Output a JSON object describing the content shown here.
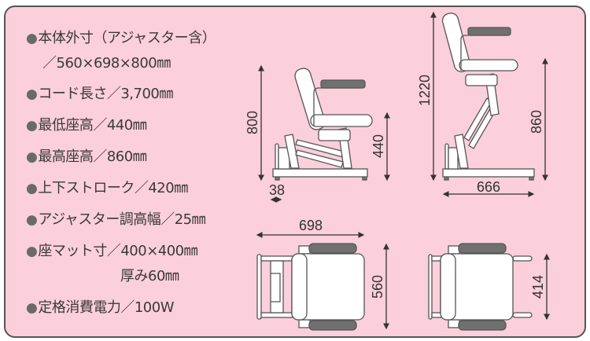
{
  "specs": [
    {
      "label": "本体外寸（アジャスター含）",
      "value": "／560×698×800㎜"
    },
    {
      "label": "コード長さ／3,700㎜"
    },
    {
      "label": "最低座高／440㎜"
    },
    {
      "label": "最高座高／860㎜"
    },
    {
      "label": "上下ストローク／420㎜"
    },
    {
      "label": "アジャスター調高幅／25㎜"
    },
    {
      "label": "座マット寸／400×400㎜",
      "value": "厚み60㎜"
    },
    {
      "label": "定格消費電力／100W"
    }
  ],
  "bullet": "●",
  "dimensions": {
    "low_total": "800",
    "low_seat": "440",
    "adjuster": "38",
    "high_total": "1220",
    "high_seat": "860",
    "base_length": "666",
    "top_length": "698",
    "top_width": "560",
    "inner_width": "414"
  },
  "colors": {
    "background": "#fbcfdc",
    "armrest": "#707070",
    "outline": "#555555"
  }
}
